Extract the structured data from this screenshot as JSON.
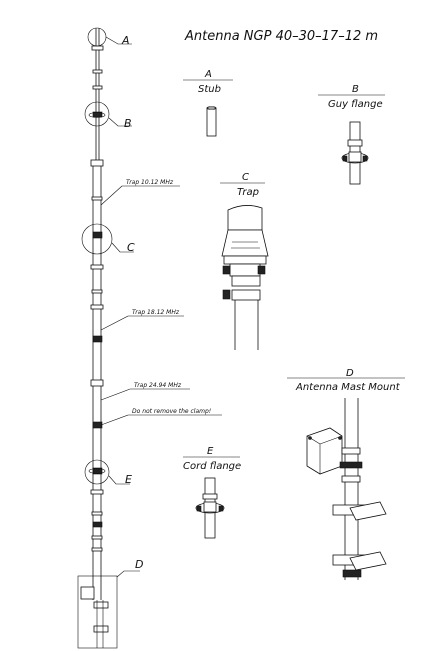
{
  "title": "Antenna  NGP 40–30–17–12 m",
  "callouts": {
    "a": "A",
    "b": "B",
    "c": "C",
    "e": "E",
    "d": "D"
  },
  "annotations": {
    "trap_10": "Trap 10.12 MHz",
    "trap_18": "Trap 18.12 MHz",
    "trap_24": "Trap 24.94 MHz",
    "clamp_warning": "Do not remove the clamp!"
  },
  "details": {
    "a": {
      "letter": "A",
      "name": "Stub"
    },
    "b": {
      "letter": "B",
      "name": "Guy flange"
    },
    "c": {
      "letter": "C",
      "name": "Trap"
    },
    "d": {
      "letter": "D",
      "name": "Antenna Mast Mount"
    },
    "e": {
      "letter": "E",
      "name": "Cord flange"
    }
  }
}
